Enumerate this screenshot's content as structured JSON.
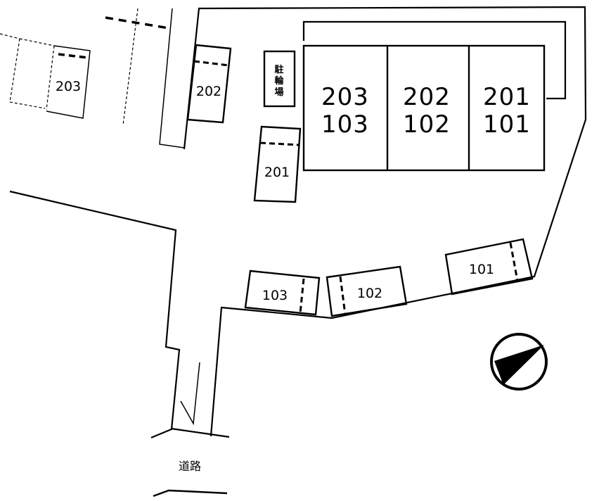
{
  "building": {
    "units": [
      {
        "upper": "203",
        "lower": "103"
      },
      {
        "upper": "202",
        "lower": "102"
      },
      {
        "upper": "201",
        "lower": "101"
      }
    ]
  },
  "bike_parking": {
    "label_chars": [
      "駐",
      "輪",
      "場"
    ]
  },
  "parking_spaces": {
    "p203": "203",
    "p202": "202",
    "p201": "201",
    "p103": "103",
    "p102": "102",
    "p101": "101"
  },
  "road_label": "道路",
  "compass": {
    "icon": "north-arrow-icon"
  }
}
